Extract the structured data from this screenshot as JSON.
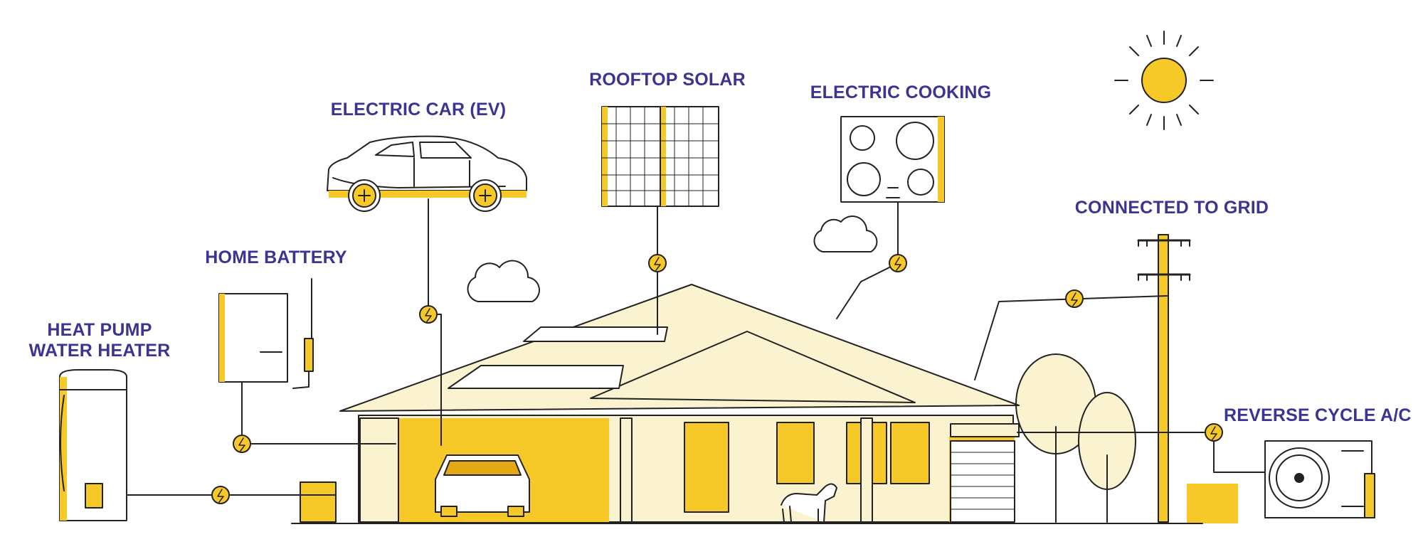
{
  "labels": {
    "heat_pump_line1": "HEAT PUMP",
    "heat_pump_line2": "WATER HEATER",
    "home_battery": "HOME BATTERY",
    "electric_car": "ELECTRIC CAR (EV)",
    "rooftop_solar": "ROOFTOP SOLAR",
    "electric_cooking": "ELECTRIC COOKING",
    "connected_to_grid": "CONNECTED TO GRID",
    "reverse_cycle_ac": "REVERSE CYCLE A/C"
  },
  "colors": {
    "label": "#3b3490",
    "accent_yellow": "#f7c928",
    "pale_yellow": "#fbf3cf",
    "line": "#222222"
  },
  "icons": [
    "sun-icon",
    "cloud-icon",
    "lightning-bolt-icon",
    "electric-car-icon",
    "solar-panel-icon",
    "cooktop-icon",
    "home-battery-icon",
    "water-heater-icon",
    "power-pole-icon",
    "air-conditioner-icon",
    "house-icon",
    "dog-icon",
    "tree-icon"
  ]
}
